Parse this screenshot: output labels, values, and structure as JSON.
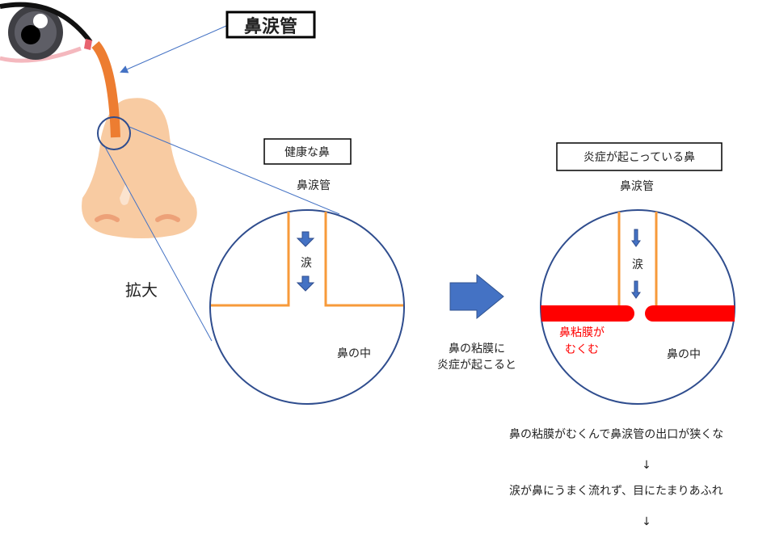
{
  "title_label": "鼻涙管",
  "zoom_label": "拡大",
  "healthy": {
    "box_label": "健康な鼻",
    "duct_label": "鼻涙管",
    "tear_label": "涙",
    "inside_label": "鼻の中"
  },
  "transition": {
    "line1": "鼻の粘膜に",
    "line2": "炎症が起こると"
  },
  "inflamed": {
    "box_label": "炎症が起こっている鼻",
    "duct_label": "鼻涙管",
    "tear_label": "涙",
    "swelling_line1": "鼻粘膜が",
    "swelling_line2": "むくむ",
    "inside_label": "鼻の中"
  },
  "explanation": {
    "line1": "鼻の粘膜がむくんで鼻涙管の出口が狭くな",
    "arrow1": "↓",
    "line2": "涙が鼻にうまく流れず、目にたまりあふれ",
    "arrow2": "↓"
  },
  "colors": {
    "duct": "#ED7D31",
    "circle": "#2F4D8E",
    "wall": "#F79A3A",
    "swelling": "#FF0000",
    "arrow": "#4472C4",
    "skin": "#F8CBA2"
  }
}
